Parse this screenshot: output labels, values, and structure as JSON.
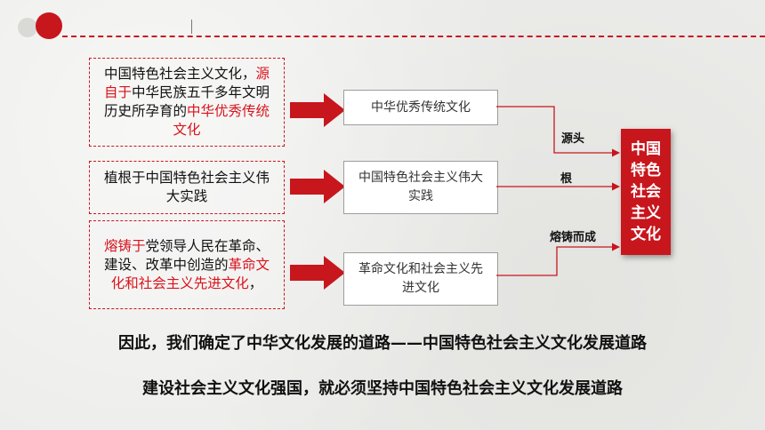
{
  "header": {},
  "sources": [
    {
      "id": "tradition",
      "left_text_runs": [
        {
          "text": "中国特色社会主义文化",
          "red": false
        },
        {
          "text": "，",
          "red": false
        },
        {
          "text": "源自于",
          "red": true
        },
        {
          "text": "中华民族五千多年文明历史所孕育的",
          "red": false
        },
        {
          "text": "中华优秀传统文化",
          "red": true
        }
      ],
      "box_label": "中华优秀传统文化",
      "connector_label": "源头"
    },
    {
      "id": "practice",
      "left_text_runs": [
        {
          "text": "植根于中国特色社会主义伟大实践",
          "red": false
        }
      ],
      "box_label": "中国特色社会主义伟大实践",
      "connector_label": "根"
    },
    {
      "id": "revolution",
      "left_text_runs": [
        {
          "text": "熔铸于",
          "red": true
        },
        {
          "text": "党领导人民在革命、建设、改革中创造的",
          "red": false
        },
        {
          "text": "革命文化和社会主义先进文化",
          "red": true
        },
        {
          "text": "，",
          "red": false
        }
      ],
      "box_label": "革命文化和社会主义先进文化",
      "connector_label": "熔铸而成"
    }
  ],
  "target": {
    "label": "中国特色社会主义文化"
  },
  "conclusions": [
    "因此，我们确定了中华文化发展的道路——中国特色社会主义文化发展道路",
    "建设社会主义文化强国，就必须坚持中国特色社会主义文化发展道路"
  ],
  "colors": {
    "accent": "#c8161d",
    "text_red": "#d8141c"
  }
}
